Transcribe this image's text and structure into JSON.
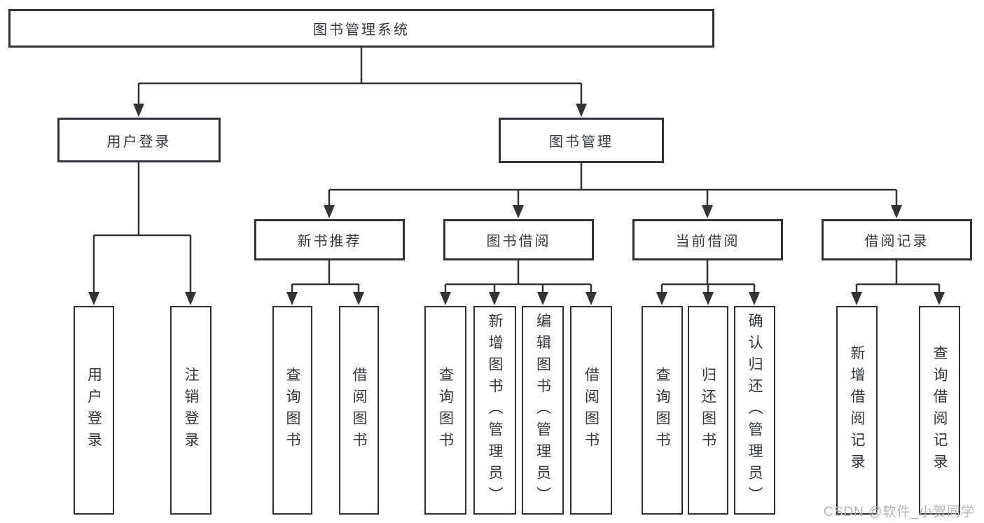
{
  "diagram": {
    "title": "图书管理系统",
    "nodes": {
      "root": "图书管理系统",
      "level2": [
        "用户登录",
        "图书管理"
      ],
      "level3": [
        "新书推荐",
        "图书借阅",
        "当前借阅",
        "借阅记录"
      ],
      "user_login_children": [
        "用户登录",
        "注销登录"
      ],
      "new_book_children": [
        "查询图书",
        "借阅图书"
      ],
      "book_borrow_children": [
        "查询图书",
        "新增图书（管理员）",
        "编辑图书（管理员）",
        "借阅图书"
      ],
      "current_borrow_children": [
        "查询图书",
        "归还图书",
        "确认归还（管理员）"
      ],
      "borrow_record_children": [
        "新增借阅记录",
        "查询借阅记录"
      ]
    },
    "colors": {
      "line": "#333333",
      "box_border": "#2f3338",
      "text": "#33373c",
      "background": "#ffffff",
      "watermark": "#b1b4ba"
    },
    "watermark": "CSDN @软件_小贺同学"
  }
}
